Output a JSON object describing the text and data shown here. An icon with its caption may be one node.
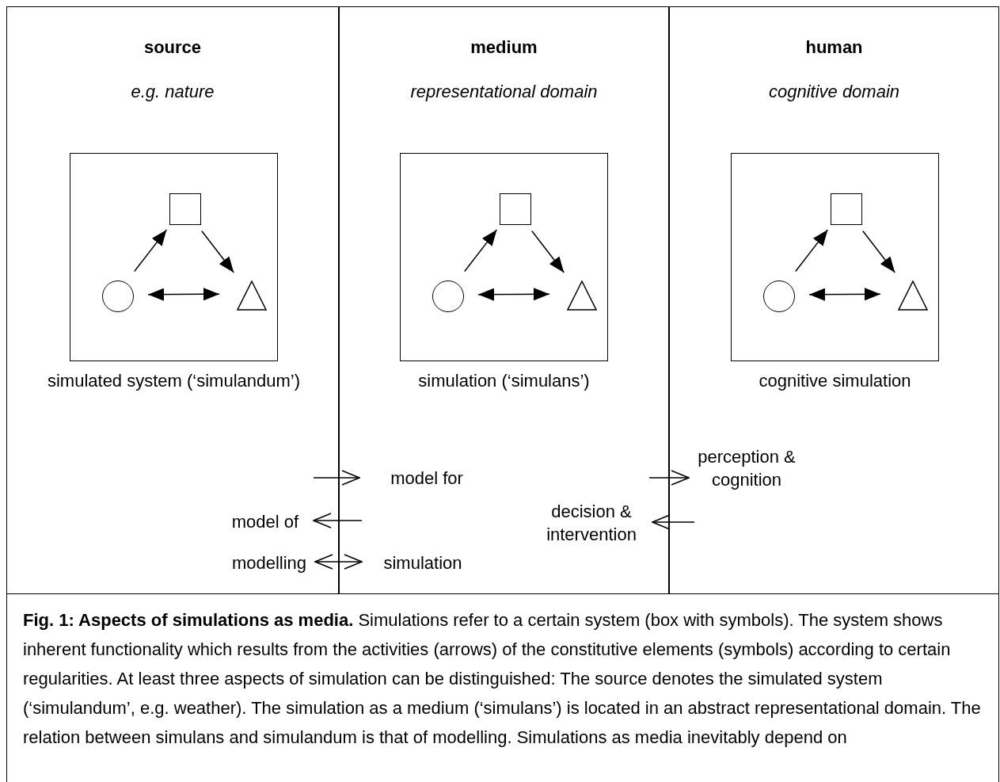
{
  "diagram": {
    "caption": "**Fig. 1: Aspects of simulations as media.** Simulations refer to a certain system (box with symbols). The system shows inherent functionality which results from the activities (arrows) of the constitutive elements (symbols) according to certain regularities. At least three aspects of simulation can be distinguished: The source denotes the simulated system (‘simulandum’, e.g. weather). The simulation as a medium (‘simulans’) is located in an abstract representational domain. The relation between simulans and simulandum is that of modelling. Simulations as media inevitably depend on",
    "nodes": [
      {
        "text": [
          "source",
          "e.g. nature"
        ]
      },
      {
        "text": [],
        "shape": "box",
        "in": 0,
        "beside": [
          "simulated system (‘simulandum’)"
        ]
      },
      {
        "text": [],
        "shape": "box",
        "in": 1
      },
      {
        "text": [],
        "shape": "circle",
        "in": 1
      },
      {
        "text": [],
        "shape": "triangle",
        "in": 1
      },
      {
        "text": [
          "medium",
          "representational domain"
        ]
      },
      {
        "text": [],
        "shape": "box",
        "in": 5,
        "beside": [
          "simulation (‘simulans’)"
        ]
      },
      {
        "text": [],
        "shape": "box",
        "in": 6
      },
      {
        "text": [],
        "shape": "circle",
        "in": 6
      },
      {
        "text": [],
        "shape": "triangle",
        "in": 6
      },
      {
        "text": [
          "human",
          "cognitive domain"
        ]
      },
      {
        "text": [],
        "shape": "box",
        "in": 10,
        "beside": [
          "cognitive simulation"
        ]
      },
      {
        "text": [],
        "shape": "box",
        "in": 11
      },
      {
        "text": [],
        "shape": "circle",
        "in": 11
      },
      {
        "text": [],
        "shape": "triangle",
        "in": 11
      },
      {
        "text": [
          "model for"
        ],
        "in": 5
      },
      {
        "text": [
          "model of"
        ],
        "in": 0
      },
      {
        "text": [
          "modelling"
        ],
        "in": 0
      },
      {
        "text": [
          "simulation"
        ],
        "in": 5
      },
      {
        "text": [
          "perception & cognition"
        ],
        "in": 10
      },
      {
        "text": [
          "decision & intervention"
        ],
        "in": 5
      }
    ],
    "edges": [
      {
        "from": 3,
        "to": 2,
        "arrow": "to"
      },
      {
        "from": 2,
        "to": 4,
        "arrow": "to"
      },
      {
        "from": 3,
        "to": 4,
        "arrow": "both"
      },
      {
        "from": 8,
        "to": 7,
        "arrow": "to"
      },
      {
        "from": 7,
        "to": 9,
        "arrow": "to"
      },
      {
        "from": 8,
        "to": 9,
        "arrow": "both"
      },
      {
        "from": 13,
        "to": 12,
        "arrow": "to"
      },
      {
        "from": 12,
        "to": 14,
        "arrow": "to"
      },
      {
        "from": 13,
        "to": 14,
        "arrow": "both"
      },
      {
        "from": null,
        "to": 15,
        "arrow": "to"
      },
      {
        "from": null,
        "to": 16,
        "arrow": "to"
      },
      {
        "from": 17,
        "to": 18,
        "arrow": "both"
      },
      {
        "from": null,
        "to": 19,
        "arrow": "to"
      },
      {
        "from": null,
        "to": 20,
        "arrow": "to"
      }
    ]
  }
}
